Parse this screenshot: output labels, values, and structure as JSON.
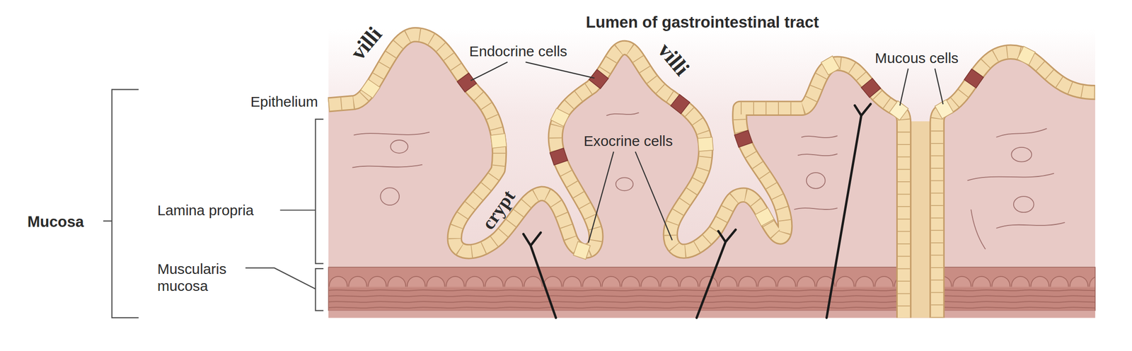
{
  "diagram": {
    "labels": [
      "Lumen of gastrointestinal tract",
      "villi",
      "Endocrine cells",
      "villi",
      "Mucous cells",
      "Epithelium",
      "Exocrine cells",
      "crypt",
      "Mucosa",
      "Lamina propria",
      "Muscularis mucosa"
    ]
  }
}
